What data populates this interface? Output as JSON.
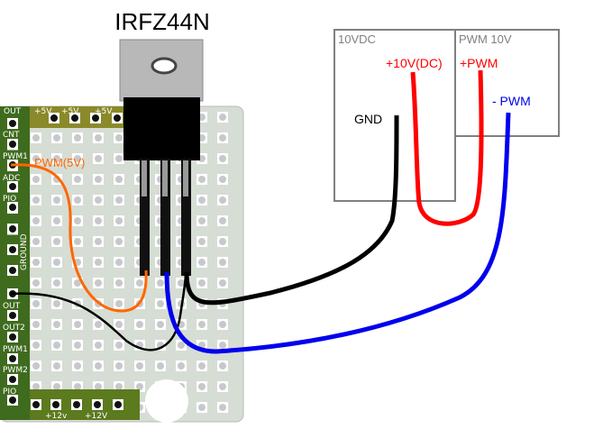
{
  "title": "IRFZ44N",
  "boxes": {
    "dc": {
      "title": "10VDC",
      "plus": "+10V(DC)",
      "gnd": "GND"
    },
    "pwm": {
      "title": "PWM 10V",
      "plus": "+PWM",
      "minus": "- PWM"
    }
  },
  "wire_label": "PWM(5V)",
  "board": {
    "top_labels": [
      "OUT",
      "+5V",
      "+5V",
      "+5V"
    ],
    "left_labels": [
      "CNT",
      "PWM1",
      "ADC",
      "PIO",
      "GROUND",
      "OUT",
      "OUT2",
      "PWM1",
      "PWM2",
      "PIO"
    ],
    "bottom_labels": [
      "+12v",
      "+12V"
    ]
  },
  "colors": {
    "board": "#d6ddd4",
    "strip": "#3f6b1e",
    "pad": "#8a8a2a",
    "orange": "#ff6600",
    "red": "#ff0000",
    "blue": "#0000ee",
    "black": "#000000",
    "box": "#808080"
  }
}
